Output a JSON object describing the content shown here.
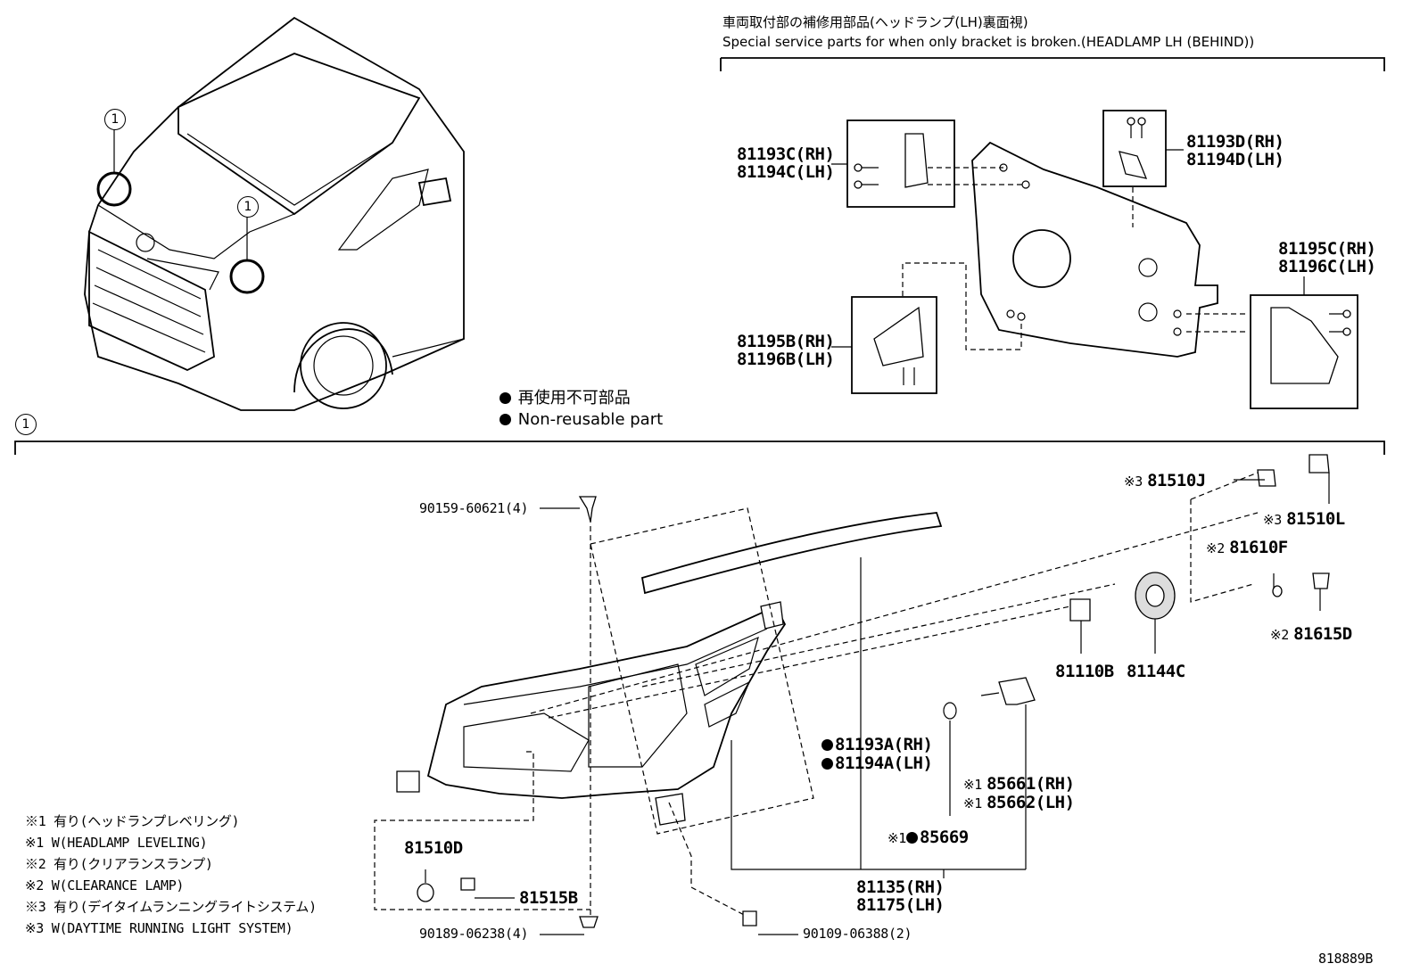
{
  "inset_header": {
    "title_jp": "車両取付部の補修用部品(ヘッドランプ(LH)裏面視)",
    "title_en": "Special service parts for when only bracket is broken.(HEADLAMP LH (BEHIND))"
  },
  "callout_number": "1",
  "legend": {
    "jp": "再使用不可部品",
    "en": "Non-reusable part"
  },
  "inset_parts": {
    "p81193C": "81193C(RH)",
    "p81194C": "81194C(LH)",
    "p81193D": "81193D(RH)",
    "p81194D": "81194D(LH)",
    "p81195B": "81195B(RH)",
    "p81196B": "81196B(LH)",
    "p81195C": "81195C(RH)",
    "p81196C": "81196C(LH)"
  },
  "main_parts": {
    "p90159": "90159-60621(4)",
    "p81510J_mark": "※3",
    "p81510J": "81510J",
    "p81510L_mark": "※3",
    "p81510L": "81510L",
    "p81610F_mark": "※2",
    "p81610F": "81610F",
    "p81615D_mark": "※2",
    "p81615D": "81615D",
    "p81110B": "81110B",
    "p81144C": "81144C",
    "p81193A": "81193A(RH)",
    "p81194A": "81194A(LH)",
    "p85661_mark": "※1",
    "p85661": "85661(RH)",
    "p85662_mark": "※1",
    "p85662": "85662(LH)",
    "p85669_mark": "※1",
    "p85669": "85669",
    "p81135": "81135(RH)",
    "p81175": "81175(LH)",
    "p81510D": "81510D",
    "p81515B": "81515B",
    "p90189": "90189-06238(4)",
    "p90109": "90109-06388(2)"
  },
  "notes": [
    "※1 有り(ヘッドランプレベリング)",
    "※1 W(HEADLAMP LEVELING)",
    "※2 有り(クリアランスランプ)",
    "※2 W(CLEARANCE LAMP)",
    "※3 有り(デイタイムランニングライトシステム)",
    "※3 W(DAYTIME RUNNING LIGHT SYSTEM)"
  ],
  "figure_id": "818889B"
}
